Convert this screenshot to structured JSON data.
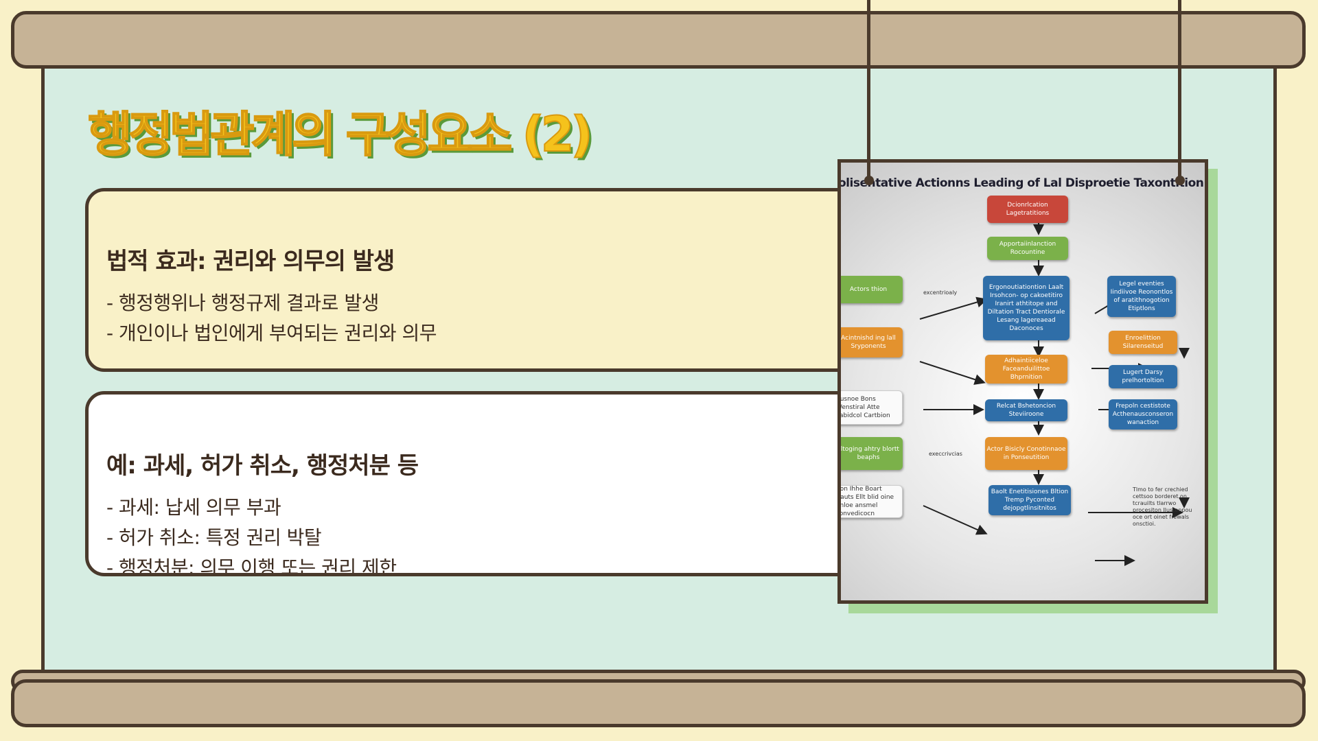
{
  "slide": {
    "title": "행정법관계의 구성요소 (2)"
  },
  "cards": [
    {
      "heading": "법적 효과: 권리와 의무의 발생",
      "items": [
        "- 행정행위나 행정규제 결과로 발생",
        "- 개인이나 법인에게 부여되는 권리와 의무"
      ]
    },
    {
      "heading": "예: 과세, 허가 취소, 행정처분 등",
      "items": [
        "- 과세: 납세 의무 부과",
        "- 허가 취소: 특정 권리 박탈",
        "- 행정처분: 의무 이행 또는 권리 제한"
      ]
    }
  ],
  "figure": {
    "title": "olisentative Actionns Leading of Lal Disproetie Taxontition",
    "boxes": {
      "top": "Dcionrlcation Lagetratitions",
      "second": "Apportaiinlanction Rocountine",
      "center": "Ergonoutiationtion Laalt Irsohcon- op cakoetitiro Iranirt athtitope and Diltation Tract Dentiorale Lesang lagereaead Daconoces",
      "left1": "Actors thion",
      "left2": "Acintnishd ing lall Sryponents",
      "right1": "Legel eventies Iindiivoe Reonontlos of aratithnogotion Etiptlons",
      "right2": "Enroelittion Silarenseitud",
      "mid3": "Adhaintiiceloe Faceanduilittoe Bhprnition",
      "right3": "Lugert Darsy prelhortoltion",
      "mid4": "Relcat Bshetoncion Steviiroone",
      "right4": "Frepoln cestistote Acthenausconseron wanaction",
      "mid5": "Actor Bisicly Conotinnaoe in Ponseutition",
      "mid6": "Baolt Enetitisiones Bltion Tremp Pyconted dejopgtlinsitnitos",
      "left3": "pusnoe Bons Wenstiral Atte llabidcol Cartbion",
      "left4": "sltoging ahtry blortt beaphs",
      "left5": "non Ihhe Boart Bauts Ellt blid oine onloe ansmel sonvedicocn",
      "right5": "Tlmo to fer crechied cettsoo borderet on tcrauilts tlarrwo procesiton Ilustenpou oce ort oinet frewals onsctioi.",
      "edge1": "excentrioaly",
      "edge2": "execcrivcias"
    }
  }
}
